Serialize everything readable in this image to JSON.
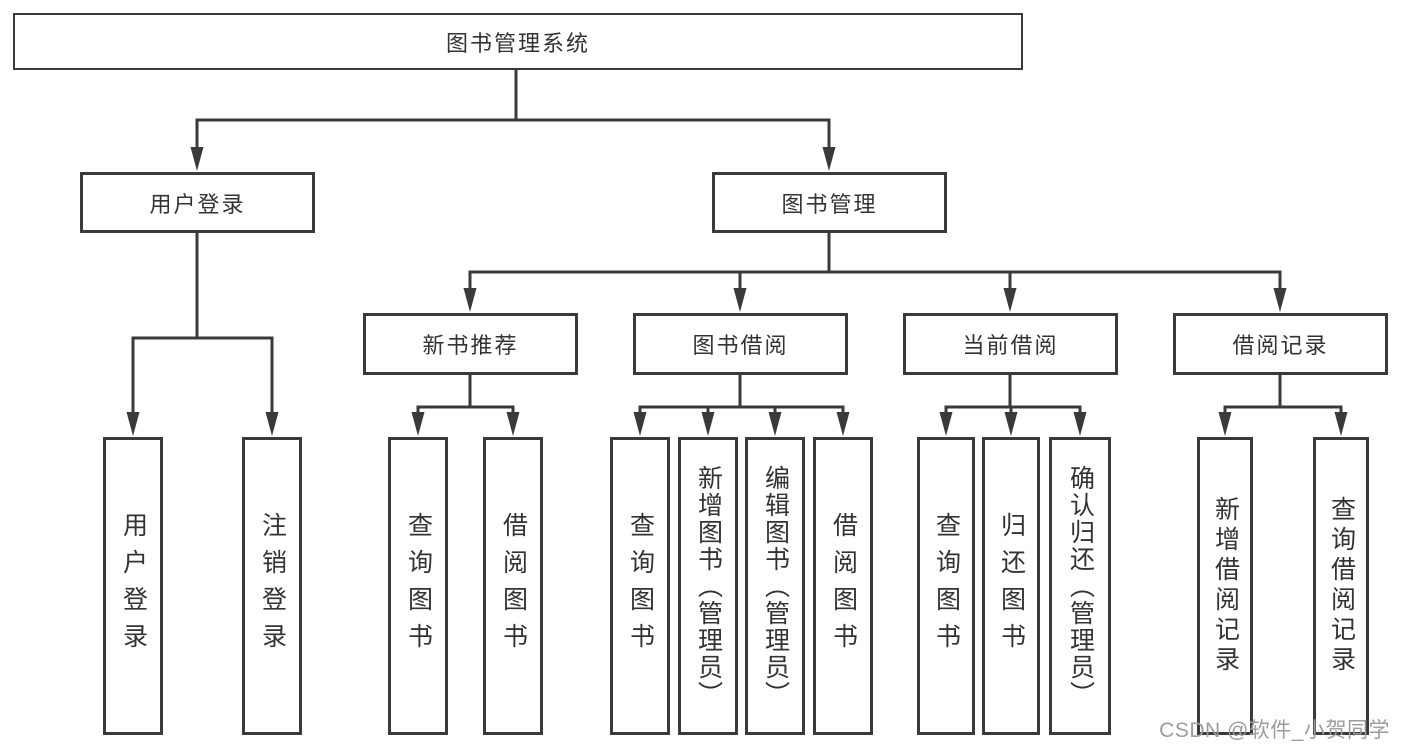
{
  "diagram": {
    "root": {
      "label": "图书管理系统"
    },
    "branches": [
      {
        "label": "用户登录",
        "children": [
          {
            "label": "用户登录"
          },
          {
            "label": "注销登录"
          }
        ]
      },
      {
        "label": "图书管理",
        "children": [
          {
            "label": "新书推荐",
            "children": [
              {
                "label": "查询图书"
              },
              {
                "label": "借阅图书"
              }
            ]
          },
          {
            "label": "图书借阅",
            "children": [
              {
                "label": "查询图书"
              },
              {
                "label": "新增图书（管理员）"
              },
              {
                "label": "编辑图书（管理员）"
              },
              {
                "label": "借阅图书"
              }
            ]
          },
          {
            "label": "当前借阅",
            "children": [
              {
                "label": "查询图书"
              },
              {
                "label": "归还图书"
              },
              {
                "label": "确认归还（管理员）"
              }
            ]
          },
          {
            "label": "借阅记录",
            "children": [
              {
                "label": "新增借阅记录"
              },
              {
                "label": "查询借阅记录"
              }
            ]
          }
        ]
      }
    ],
    "colors": {
      "line": "#3a3a3a",
      "box_border": "#3a3a3a",
      "box_fill": "#ffffff",
      "text": "#333333",
      "watermark": "#9c9c9c",
      "background": "#ffffff"
    }
  },
  "watermark": "CSDN @软件_小贺同学"
}
